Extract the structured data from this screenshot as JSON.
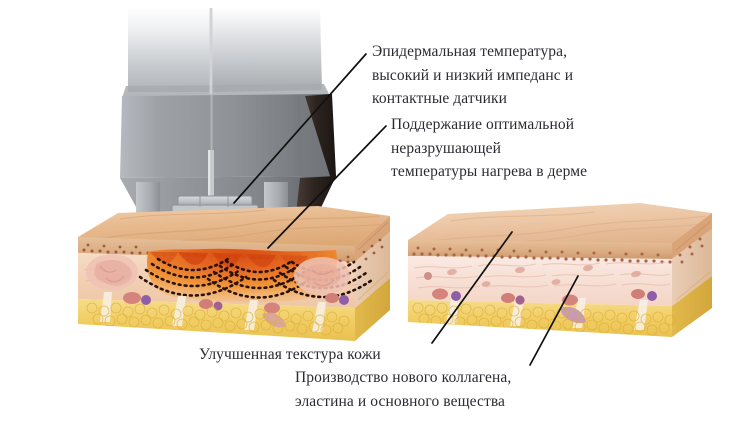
{
  "diagram": {
    "type": "medical-illustration",
    "subject": "rf-skin-tightening-treatment",
    "background_color": "#ffffff"
  },
  "callouts": {
    "epidermal_sensors": {
      "lines": [
        "Эпидермальная температура,",
        "высокий и низкий импеданс и",
        "контактные датчики"
      ]
    },
    "optimal_heating": {
      "lines": [
        "Поддержание оптимальной",
        "неразрушающей",
        "температуры нагрева в дерме"
      ]
    },
    "improved_texture": {
      "lines": [
        "Улучшенная текстура кожи"
      ]
    },
    "new_collagen": {
      "lines": [
        "Производство нового коллагена,",
        "эластина и основного вещества"
      ]
    }
  },
  "device": {
    "name": "rf-handpiece",
    "body_color_light": "#d9dadc",
    "body_color_mid": "#8d9094",
    "body_color_dark": "#3a3c3f",
    "tip_color": "#b9bcc0",
    "seam_color": "#cfd1d4"
  },
  "skin_block_left": {
    "name": "treated-skin-cross-section",
    "epidermis_color": "#e8b98b",
    "epidermis_top_color": "#e7bd96",
    "basal_dot_color": "#9c5a3c",
    "dermis_color": "#f0d9c4",
    "heat_zone_color": "#e2621b",
    "heat_glow_color": "#f0922c",
    "fat_color": "#f2d06a",
    "vessel_color": "#8e5fa8",
    "wave_dot_color": "#3b1d12",
    "wave_fan_count": 3
  },
  "skin_block_right": {
    "name": "healthy-skin-cross-section",
    "epidermis_color": "#e9c3a0",
    "epidermis_top_color": "#eccaa9",
    "basal_dot_color": "#a9644a",
    "dermis_color": "#f6e2d8",
    "fat_color": "#f2d06a",
    "vessel_color": "#8e5fa8"
  },
  "leader_lines": {
    "color": "#101010",
    "count": 4
  }
}
